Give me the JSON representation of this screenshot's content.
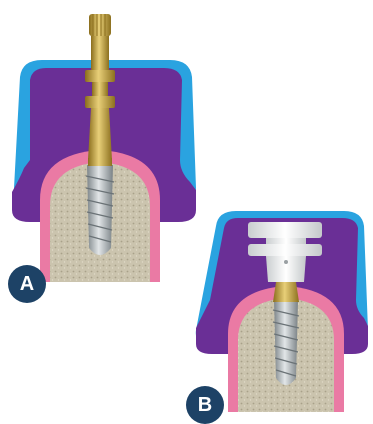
{
  "labels": {
    "a": "A",
    "b": "B"
  },
  "colors": {
    "tray_outer": "#2aa3e0",
    "tray_inner": "#6a2f96",
    "gum": "#ea7aa4",
    "bone": "#c9c2ac",
    "implant_metal": "#aab2b6",
    "transfer_gold": "#c2a13c",
    "cap_white": "#eef0f0",
    "badge_fill": "#1d4266"
  },
  "icons": {
    "a": "open-tray-impression-coping",
    "b": "closed-tray-snap-on-cap"
  }
}
